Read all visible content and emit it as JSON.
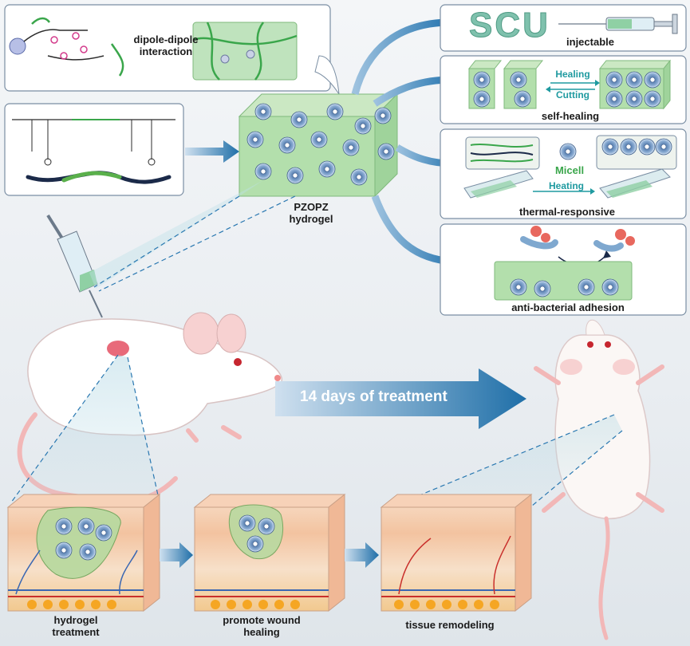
{
  "top_left": {
    "interaction_label": "dipole-dipole interaction"
  },
  "hydrogel": {
    "name_line1": "PZOPZ",
    "name_line2": "hydrogel"
  },
  "properties": {
    "injectable": {
      "scu_text": "SCU",
      "label": "injectable"
    },
    "self_healing": {
      "label": "self-healing",
      "healing": "Healing",
      "cutting": "Cutting"
    },
    "thermal": {
      "label": "thermal-responsive",
      "micell": "Micell",
      "heating": "Heating"
    },
    "antibacterial": {
      "label": "anti-bacterial adhesion"
    }
  },
  "treatment": {
    "arrow_label": "14 days of treatment"
  },
  "stages": {
    "s1_line1": "hydrogel",
    "s1_line2": "treatment",
    "s2_line1": "promote wound",
    "s2_line2": "healing",
    "s3_line1": "tissue remodeling"
  },
  "colors": {
    "accent_blue": "#1f6fa8",
    "teal": "#1f9aa0",
    "gel_green": "#9fd39b",
    "skin": "#f3c9a4"
  }
}
